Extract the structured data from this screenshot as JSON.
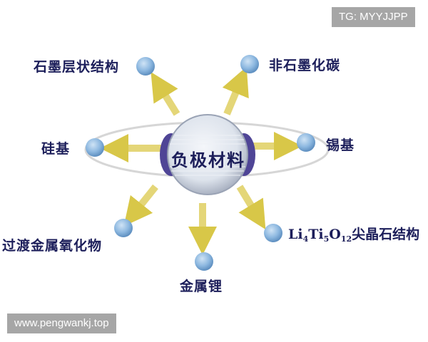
{
  "diagram": {
    "center": {
      "label": "负极材料"
    },
    "nodes": [
      {
        "id": "graphite",
        "label": "石墨层状结构"
      },
      {
        "id": "non-graphite-carbon",
        "label": "非石墨化碳"
      },
      {
        "id": "silicon",
        "label": "硅基"
      },
      {
        "id": "tin",
        "label": "锡基"
      },
      {
        "id": "tmo",
        "label": "过渡金属氧化物"
      },
      {
        "id": "li-metal",
        "label": "金属锂"
      },
      {
        "id": "lto",
        "label_prefix": "Li",
        "sub1": "4",
        "mid1": "Ti",
        "sub2": "5",
        "mid2": "O",
        "sub3": "12",
        "label_suffix": "尖晶石结构"
      }
    ],
    "colors": {
      "text": "#1c1e5a",
      "node": "#7fb0dc",
      "arrow": "#d9c63a",
      "ring": "#d8d8d8",
      "center_cap": "#5a4fa3"
    }
  },
  "watermarks": {
    "top_right": "TG: MYYJJPP",
    "bottom_left": "www.pengwankj.top"
  }
}
